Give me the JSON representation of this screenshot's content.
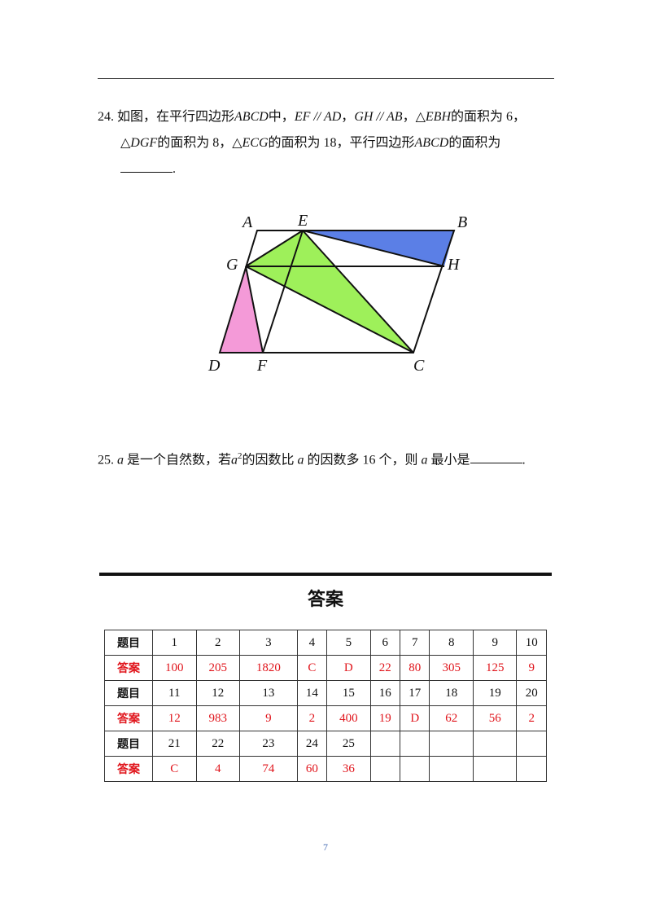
{
  "question24": {
    "number": "24.",
    "intro": "如图，在平行四边形",
    "abcd": "ABCD",
    "zhong": "中，",
    "ef_ad": "EF // AD",
    "comma1": "，",
    "gh_ab": "GH // AB",
    "comma2": "，",
    "tri_ebh": "△EBH",
    "area_of1": "的面积为 6，",
    "tri_dgf": "△DGF",
    "area_of2": "的面积为 8，",
    "tri_ecg": "△ECG",
    "area_of3": "的面积为 18，平行四边形",
    "abcd2": "ABCD",
    "area_of4": "的面积为",
    "end": "."
  },
  "figure": {
    "labels": {
      "A": "A",
      "E": "E",
      "B": "B",
      "G": "G",
      "H": "H",
      "D": "D",
      "F": "F",
      "C": "C"
    },
    "colors": {
      "blue": "#5b7fe6",
      "green": "#9ef05a",
      "pink": "#f49ad8"
    }
  },
  "question25": {
    "number": "25.",
    "var_a": "a",
    "text1": "是一个自然数，若",
    "a_sq": "a",
    "sup": "2",
    "text2": "的因数比",
    "var_a2": "a",
    "text3": "的因数多 16 个，则",
    "var_a3": "a",
    "text4": "最小是",
    "end": "."
  },
  "answers": {
    "title": "答案",
    "header_label": "题目",
    "answer_label": "答案",
    "rows": [
      {
        "q": [
          "1",
          "2",
          "3",
          "4",
          "5",
          "6",
          "7",
          "8",
          "9",
          "10"
        ],
        "a": [
          "100",
          "205",
          "1820",
          "C",
          "D",
          "22",
          "80",
          "305",
          "125",
          "9"
        ]
      },
      {
        "q": [
          "11",
          "12",
          "13",
          "14",
          "15",
          "16",
          "17",
          "18",
          "19",
          "20"
        ],
        "a": [
          "12",
          "983",
          "9",
          "2",
          "400",
          "19",
          "D",
          "62",
          "56",
          "2"
        ]
      },
      {
        "q": [
          "21",
          "22",
          "23",
          "24",
          "25",
          "",
          "",
          "",
          "",
          ""
        ],
        "a": [
          "C",
          "4",
          "74",
          "60",
          "36",
          "",
          "",
          "",
          "",
          ""
        ]
      }
    ],
    "answer_color": "#e0141b"
  },
  "page_number": "7"
}
